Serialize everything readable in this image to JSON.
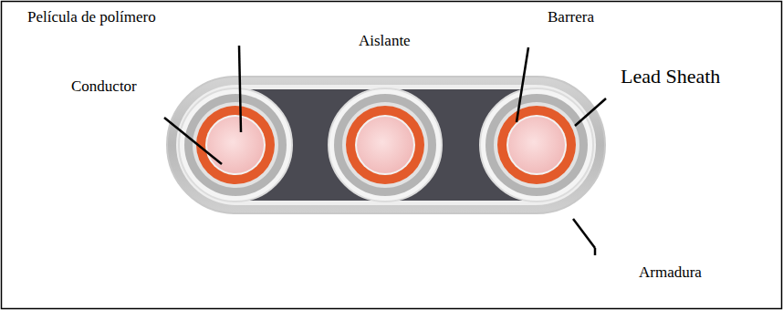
{
  "diagram": {
    "labels": [
      "Película de polímero",
      "Conductor",
      "Aislante",
      "Barrera",
      "Lead Sheath",
      "Armadura"
    ]
  }
}
